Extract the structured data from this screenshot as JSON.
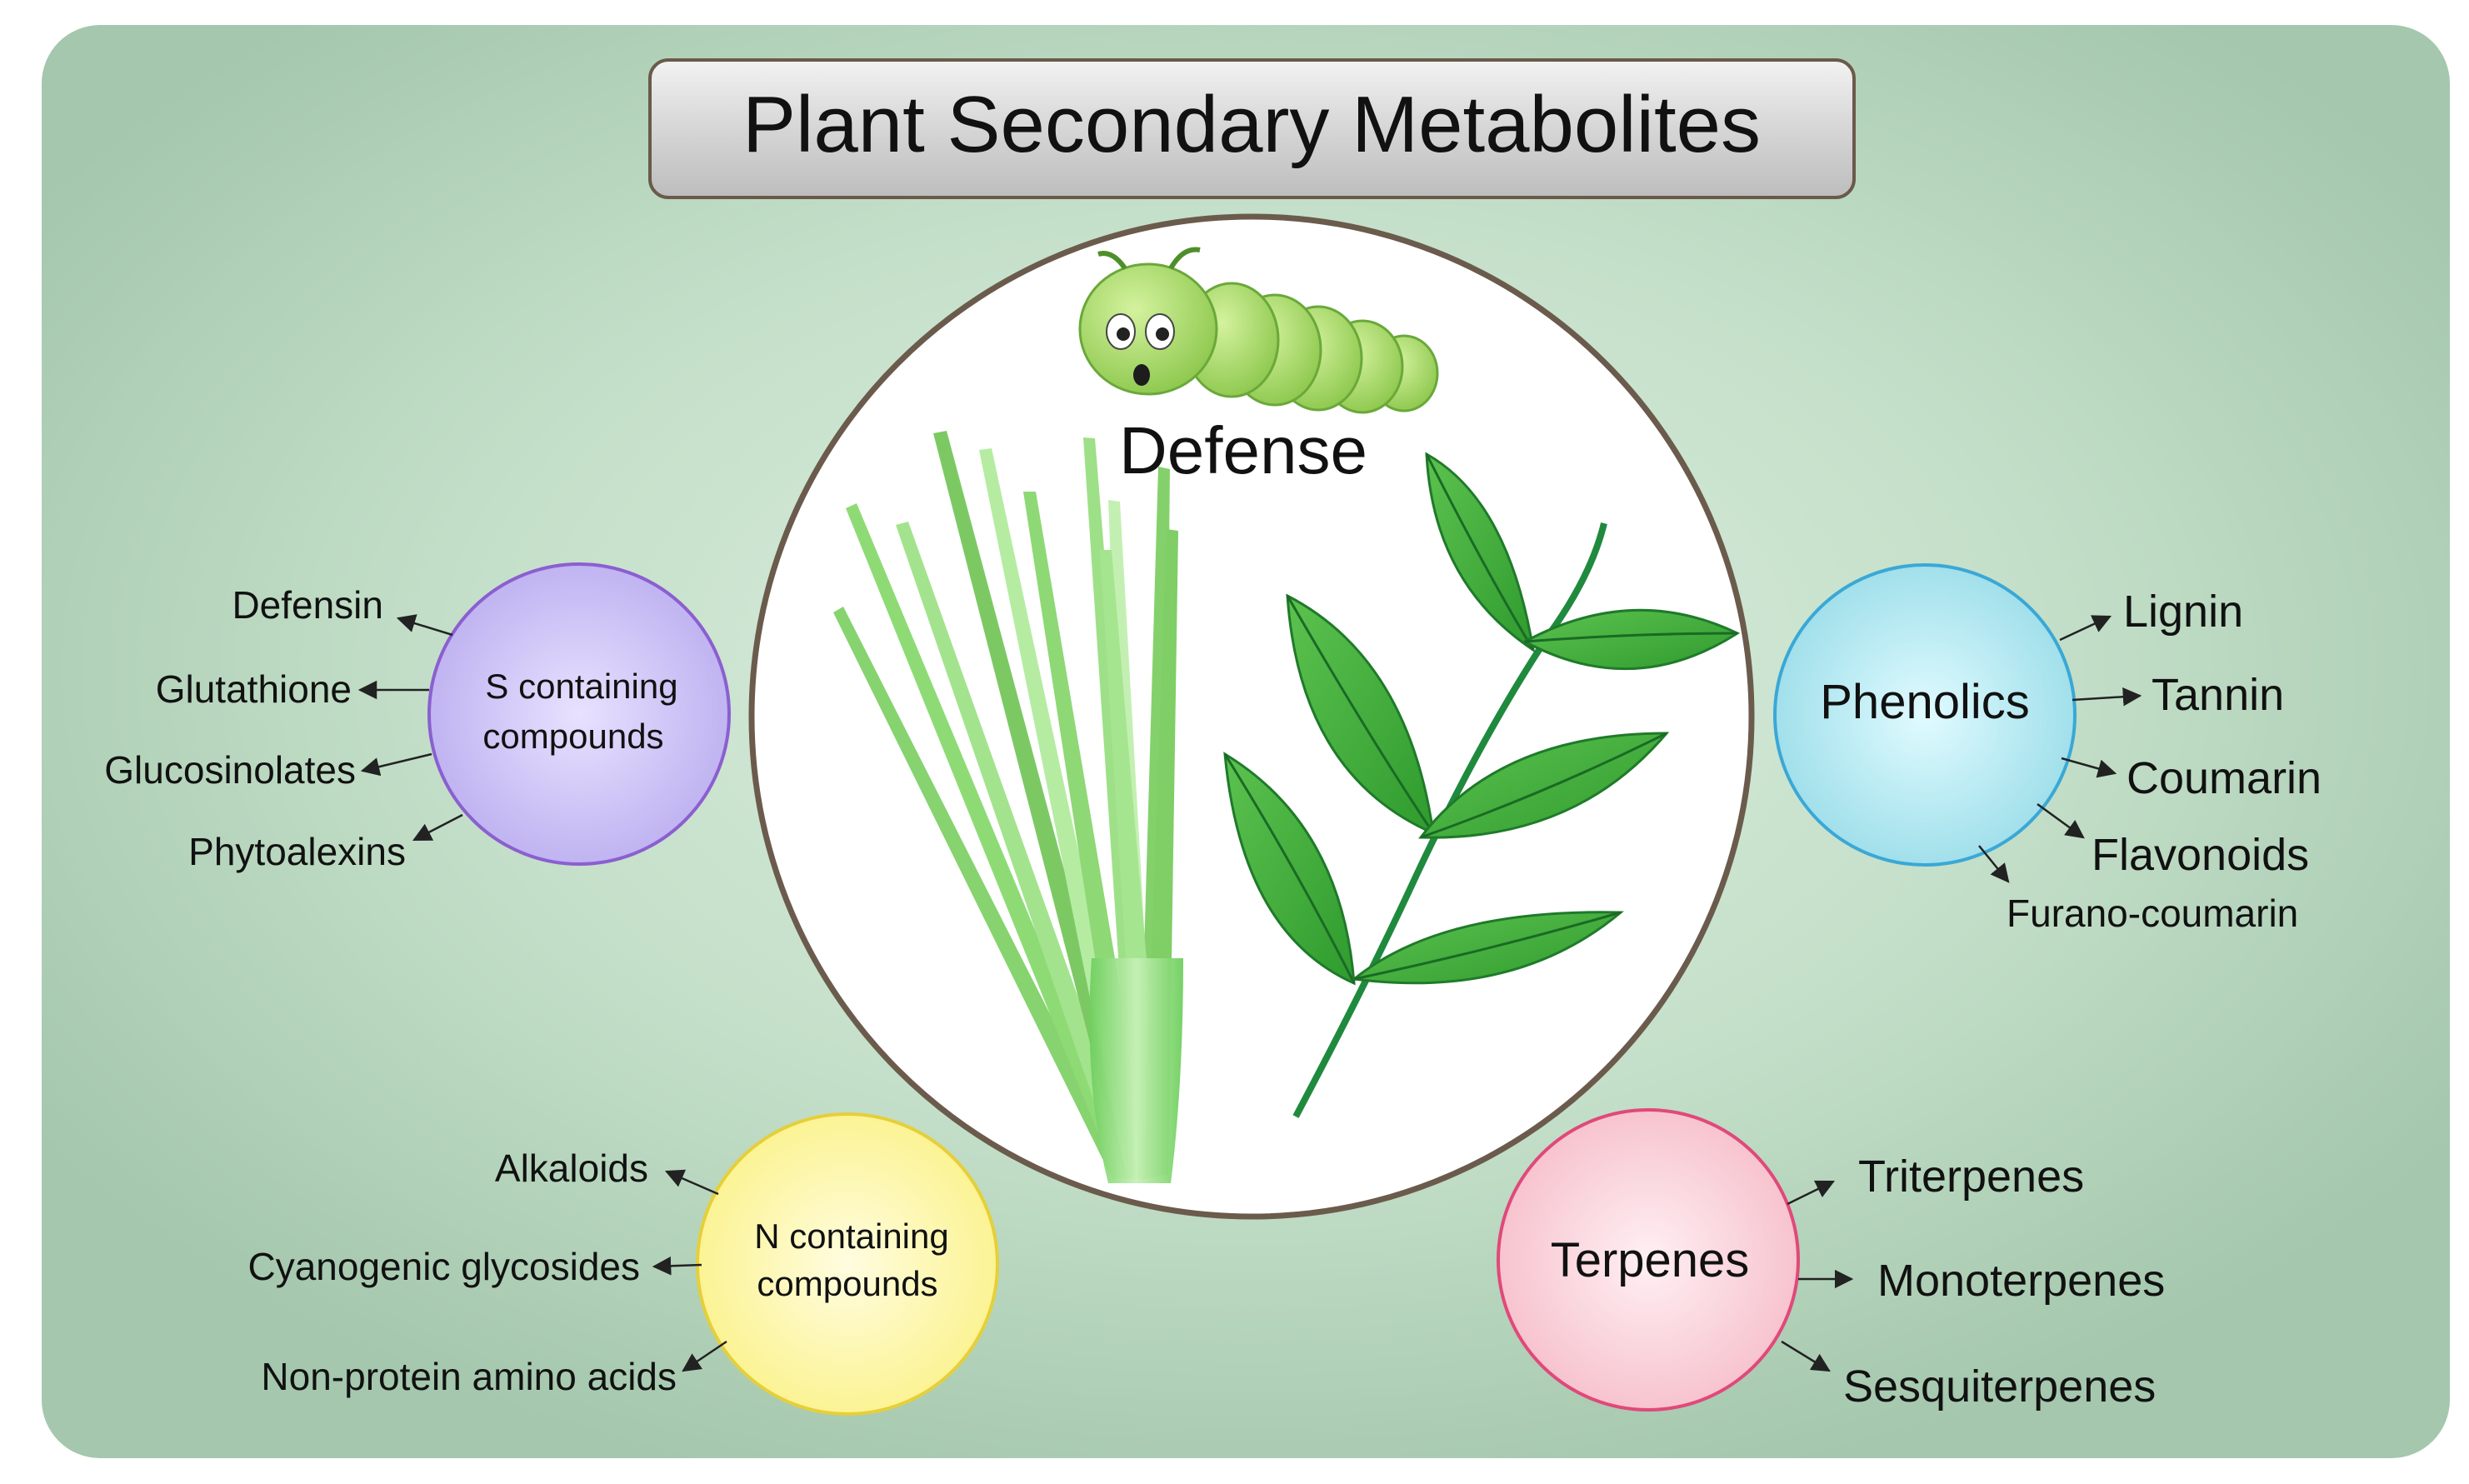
{
  "title": "Plant Secondary Metabolites",
  "center": {
    "label": "Defense"
  },
  "colors": {
    "panel": "#a9cbb1",
    "s_hub": "#c9c0f0",
    "phenolics_hub": "#a9e3ea",
    "n_hub": "#fdf6a8",
    "terpenes_hub": "#f8c9d2",
    "caterpillar": "#9ed35a",
    "grass": "#8ed672",
    "leaf": "#3fae3a"
  },
  "hubs": {
    "s": {
      "line1": "S containing",
      "line2": "compounds",
      "items": [
        "Defensin",
        "Glutathione",
        "Glucosinolates",
        "Phytoalexins"
      ]
    },
    "phenolics": {
      "label": "Phenolics",
      "items": [
        "Lignin",
        "Tannin",
        "Coumarin",
        "Flavonoids",
        "Furano-coumarin"
      ]
    },
    "n": {
      "line1": "N containing",
      "line2": "compounds",
      "items": [
        "Alkaloids",
        "Cyanogenic glycosides",
        "Non-protein amino acids"
      ]
    },
    "terpenes": {
      "label": "Terpenes",
      "items": [
        "Triterpenes",
        "Monoterpenes",
        "Sesquiterpenes"
      ]
    }
  }
}
